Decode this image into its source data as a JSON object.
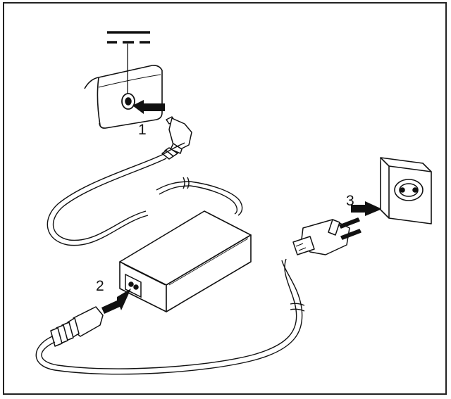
{
  "steps": [
    {
      "number": "1"
    },
    {
      "number": "2"
    },
    {
      "number": "3"
    }
  ],
  "colors": {
    "line": "#1a1a1a",
    "background": "#ffffff",
    "frame": "#222222"
  }
}
